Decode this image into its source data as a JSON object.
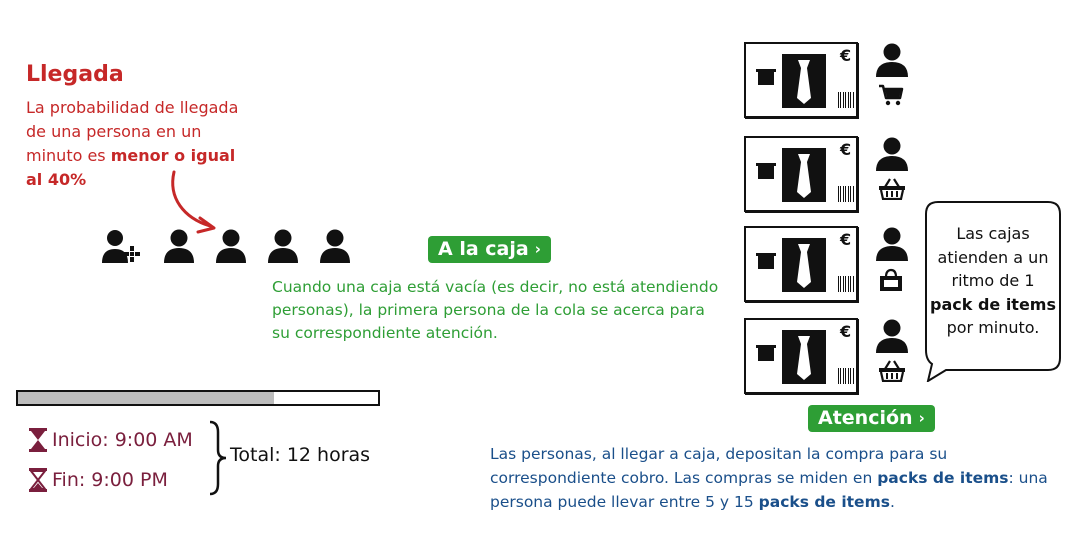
{
  "arrival": {
    "title": "Llegada",
    "text_before": "La probabilidad de llegada de una persona en un minuto es ",
    "text_bold": "menor o igual al 40%"
  },
  "queue": {
    "button_label": "A la caja",
    "text": "Cuando una caja está vacía (es decir, no está atendiendo personas), la primera persona de la cola se acerca para su correspondiente atención."
  },
  "timeline": {
    "progress": 0.71,
    "start_label": "Inicio: 9:00 AM",
    "end_label": "Fin: 9:00 PM",
    "total_label": "Total: 12 horas"
  },
  "registers": [
    {
      "currency": "€",
      "shopper_item": "cart-icon"
    },
    {
      "currency": "€",
      "shopper_item": "basket-icon"
    },
    {
      "currency": "€",
      "shopper_item": "shopping-bag-icon"
    },
    {
      "currency": "€",
      "shopper_item": "basket-icon"
    }
  ],
  "bubble": {
    "text_before": "Las cajas atienden a un ritmo de 1 ",
    "text_bold": "pack de items",
    "text_after": " por minuto."
  },
  "attention": {
    "button_label": "Atención",
    "text_1": "Las personas, al llegar a caja, depositan la compra para su correspondiente cobro. Las compras se miden en ",
    "bold_1": "packs de items",
    "text_2": ": una persona puede llevar entre 5 y 15 ",
    "bold_2": "packs de items",
    "text_3": "."
  },
  "colors": {
    "arrival_red": "#c62828",
    "queue_green": "#2e9e35",
    "attention_blue": "#1a4f8a",
    "time_maroon": "#7a1f3d"
  }
}
